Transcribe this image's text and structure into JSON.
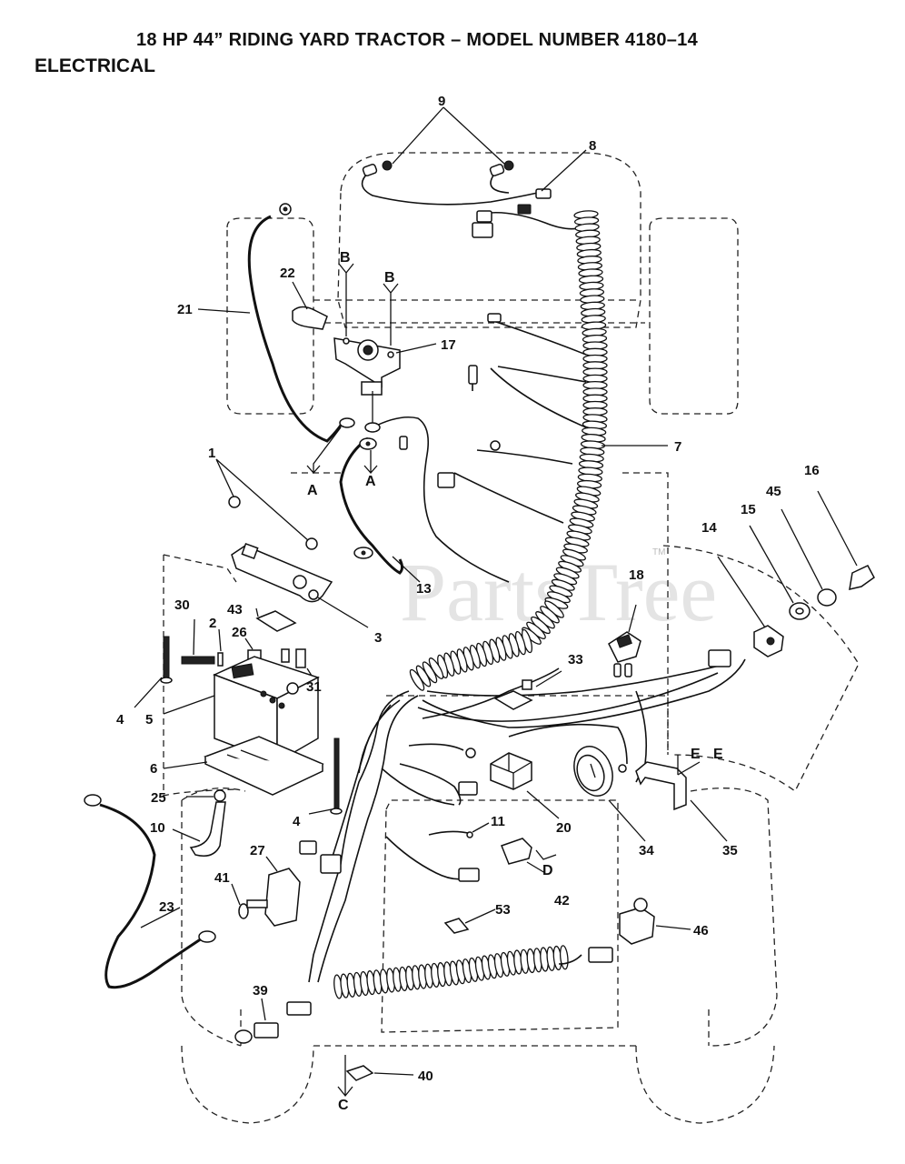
{
  "header": {
    "title": "18 HP 44” RIDING YARD TRACTOR – MODEL NUMBER 4180–14",
    "subtitle": "ELECTRICAL"
  },
  "watermark": "PartsTree",
  "watermark_tm": "TM",
  "callouts": {
    "p1": "1",
    "p2": "2",
    "p3": "3",
    "p4a": "4",
    "p4b": "4",
    "p5": "5",
    "p6": "6",
    "p7": "7",
    "p8": "8",
    "p9": "9",
    "p10": "10",
    "p11": "11",
    "p13": "13",
    "p14": "14",
    "p15": "15",
    "p16": "16",
    "p17": "17",
    "p18": "18",
    "p20": "20",
    "p21": "21",
    "p22": "22",
    "p23": "23",
    "p25": "25",
    "p26": "26",
    "p27": "27",
    "p30": "30",
    "p31": "31",
    "p33": "33",
    "p34": "34",
    "p35": "35",
    "p39": "39",
    "p40": "40",
    "p41": "41",
    "p42": "42",
    "p43": "43",
    "p45": "45",
    "p46": "46",
    "p53": "53"
  },
  "connectors": {
    "a1": "A",
    "a2": "A",
    "b1": "B",
    "b2": "B",
    "c": "C",
    "d": "D",
    "e1": "E",
    "e2": "E"
  }
}
